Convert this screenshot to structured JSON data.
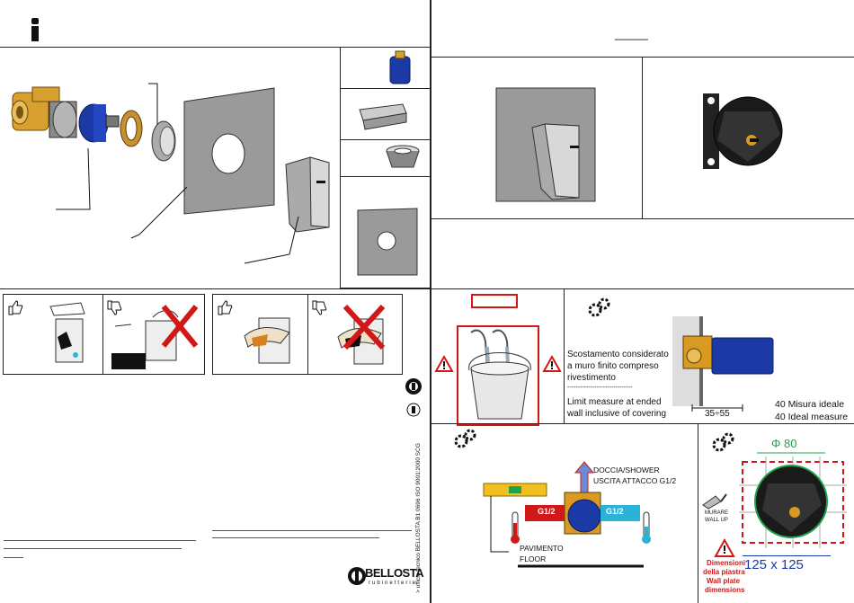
{
  "header": {
    "info_icon": "i",
    "title_right": "___"
  },
  "measure_panel": {
    "text_it": [
      "Scostamento considerato",
      "a muro finito compreso",
      "rivestimento"
    ],
    "separator": "-------------------------------",
    "text_en": [
      "Limit measure at ended",
      "wall inclusive of covering"
    ],
    "dimension": "35÷55",
    "ideal_it": "40 Misura ideale",
    "ideal_en": "40 Ideal measure"
  },
  "install_panel": {
    "shower_label": "DOCCIA/SHOWER",
    "outlet_label": "USCITA ATTACCO G1/2",
    "inlet_left": "G1/2",
    "inlet_right": "G1/2",
    "floor_it": "PAVIMENTO",
    "floor_en": "FLOOR"
  },
  "plate_panel": {
    "diameter": "Φ 80",
    "wall_label_it": "MURARE",
    "wall_label_en": "WALL UP",
    "plate_size": "125 x 125",
    "warning_it": [
      "Dimensioni",
      "della piastra"
    ],
    "warning_en": [
      "Wall plate",
      "dimensions"
    ]
  },
  "footer": {
    "side_text": "> ufficio tecnico BELLOSTA  B1 0696  ISO 9001:2000  SCG",
    "brand": "BELLOSTA",
    "brand_sub": "rubinetterie"
  },
  "colors": {
    "red": "#d01818",
    "blue": "#1b3aa6",
    "brass": "#d89a20",
    "gray_plate": "#9a9a9a",
    "green": "#1fa34a",
    "cyan": "#2ab3d6"
  }
}
